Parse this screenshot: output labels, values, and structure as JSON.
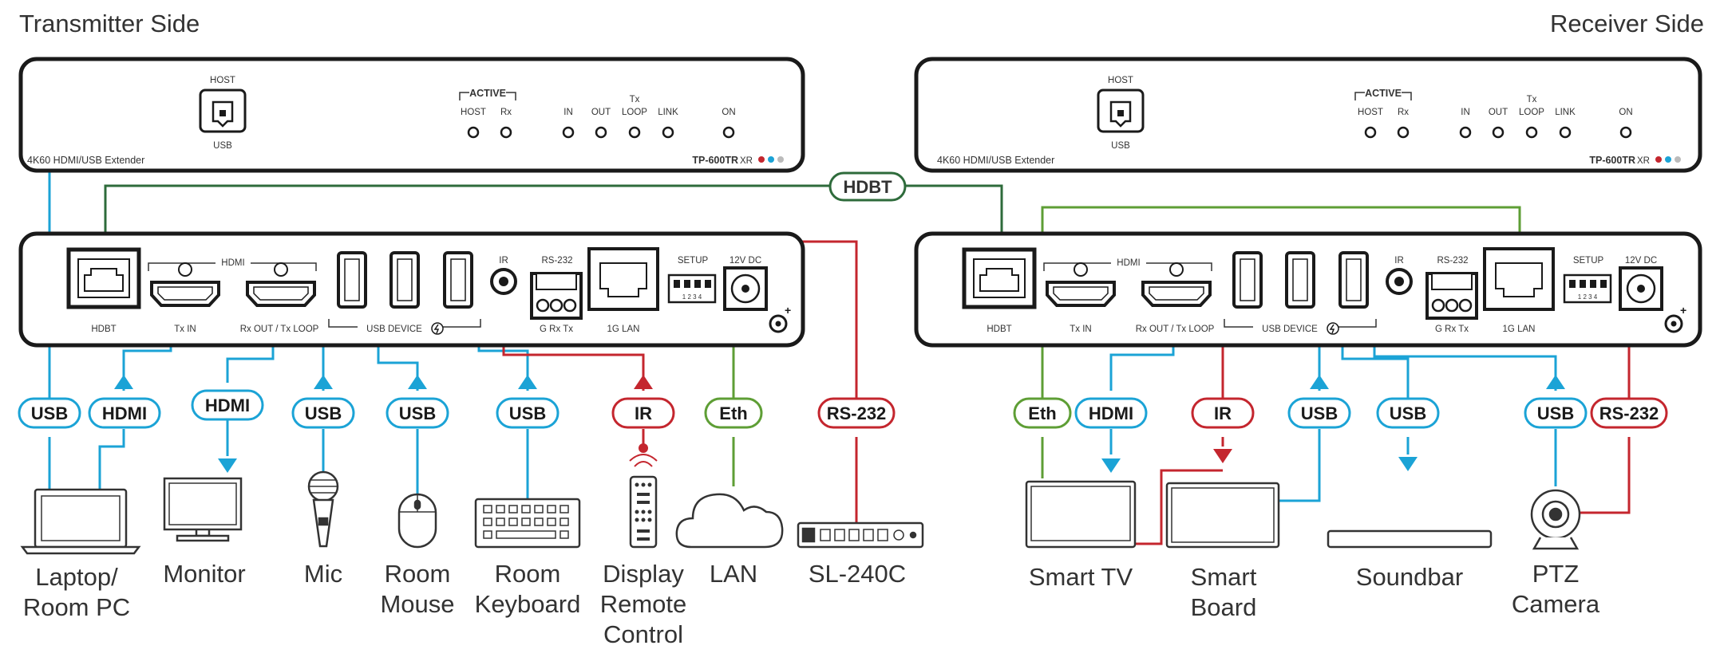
{
  "titles": {
    "left": "Transmitter Side",
    "right": "Receiver Side"
  },
  "front_panel": {
    "host_top": "HOST",
    "usb_bottom": "USB",
    "product": "4K60 HDMI/USB Extender",
    "active": "ACTIVE",
    "led_host": "HOST",
    "led_rx": "Rx",
    "led_in": "IN",
    "led_out": "OUT",
    "led_txloop_1": "Tx",
    "led_txloop_2": "LOOP",
    "led_link": "LINK",
    "led_on": "ON",
    "model": "TP-600TR",
    "model_suffix": "XR"
  },
  "rear_panel": {
    "hdbt": "HDBT",
    "hdmi": "HDMI",
    "tx_in": "Tx IN",
    "rx_out": "Rx OUT / Tx LOOP",
    "usb_device": "USB DEVICE",
    "ir": "IR",
    "rs232": "RS-232",
    "g_rx_tx": "G Rx Tx",
    "lan": "1G LAN",
    "setup": "SETUP",
    "dip_numbers": "1 2 3 4",
    "power": "12V DC"
  },
  "hdbt_link_label": "HDBT",
  "tx_pills": [
    "USB",
    "HDMI",
    "HDMI",
    "USB",
    "USB",
    "USB",
    "IR",
    "Eth",
    "RS-232"
  ],
  "rx_pills": [
    "Eth",
    "HDMI",
    "IR",
    "USB",
    "USB",
    "USB",
    "RS-232"
  ],
  "tx_devices": {
    "laptop": [
      "Laptop/",
      "Room PC"
    ],
    "monitor": [
      "Monitor"
    ],
    "mic": [
      "Mic"
    ],
    "mouse": [
      "Room",
      "Mouse"
    ],
    "keyboard": [
      "Room",
      "Keyboard"
    ],
    "remote": [
      "Display",
      "Remote",
      "Control"
    ],
    "lan": [
      "LAN"
    ],
    "switcher": [
      "SL-240C"
    ]
  },
  "rx_devices": {
    "tv": [
      "Smart TV"
    ],
    "board": [
      "Smart",
      "Board"
    ],
    "soundbar": [
      "Soundbar"
    ],
    "camera": [
      "PTZ",
      "Camera"
    ]
  },
  "colors": {
    "usb": "#1ba3d6",
    "hdmi": "#1ba3d6",
    "ir": "#c4262e",
    "rs232": "#c4262e",
    "eth": "#5e9e35",
    "hdbt": "#2e6b3b"
  }
}
